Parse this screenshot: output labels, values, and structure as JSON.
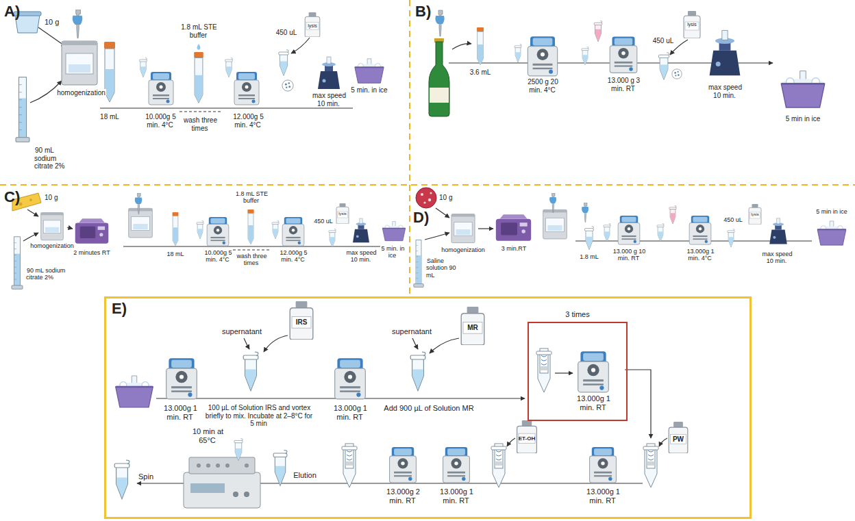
{
  "diagram": {
    "nodes": [
      {
        "text": [
          "E)"
        ]
      },
      {
        "text": [
          "3 times"
        ],
        "in": 0
      }
    ],
    "labels": [
      "A)",
      "10 g",
      "90 mL sodium citrate 2%",
      "homogenization",
      "18 mL",
      "10.000g 5 min. 4°C",
      "1.8 mL STE buffer",
      "wash three times",
      "12.000g 5 min. 4°C",
      "450 uL",
      "lysis",
      "max speed 10 min.",
      "5 min. in ice",
      "B)",
      "3.6 mL",
      "2500 g 20 min. 4°C",
      "13.000 g 3 min. RT",
      "450 uL",
      "lysis",
      "max speed 10 min.",
      "5 min in ice",
      "C)",
      "10 g",
      "90 mL sodium citrate 2%",
      "homogenization",
      "2 minutes RT",
      "18 mL",
      "10.000g 5 min. 4°C",
      "1.8 mL STE buffer",
      "wash three times",
      "12.000g 5 min. 4°C",
      "450 uL",
      "lysis",
      "max speed 10 min.",
      "5 min. in ice",
      "D)",
      "10 g",
      "Saline solution 90 mL",
      "homogenization",
      "3 min.RT",
      "1.8 mL",
      "13.000 g 10 min. RT",
      "13.000g 1 min. 4°C",
      "450 uL",
      "lysis",
      "max speed 10 min.",
      "5 min in ice",
      "13.000g 1 min. RT",
      "supernatant",
      "IRS",
      "100 µL of Solution IRS and vortex briefly to mix. Incubate at 2–8°C for 5 min",
      "13.000g 1 min. RT",
      "supernatant",
      "MR",
      "Add 900 µL of Solution MR",
      "13.000g 1 min. RT",
      "PW",
      "13.000g 1 min. RT",
      "ET-OH",
      "13.000g 1 min. RT",
      "13.000g 2 min. RT",
      "Elution",
      "10 min at 65°C",
      "Spin"
    ]
  }
}
